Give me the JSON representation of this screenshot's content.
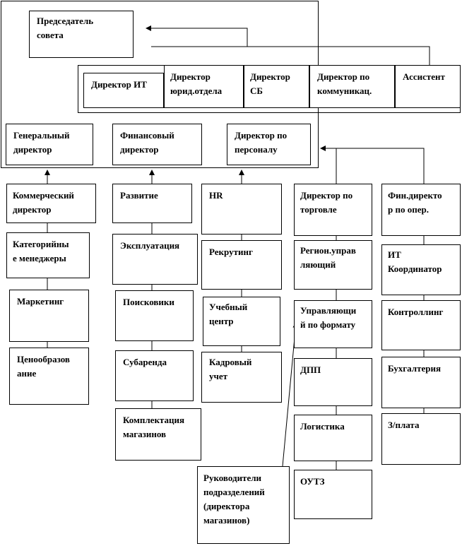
{
  "nodes": {
    "chairman": "Председатель\nсовета",
    "dir_it": "Директор ИТ",
    "dir_legal": "Директор\nюрид.отдела",
    "dir_sb": "Директор\nСБ",
    "dir_comm": "Директор по\nкоммуникац.",
    "assistant": "Ассистент",
    "gen_dir": "Генеральный\nдиректор",
    "fin_dir": "Финансовый\nдиректор",
    "hr_dir": "Директор по\nперсоналу",
    "commercial": "Коммерческий\nдиректор",
    "category": "Категорийны\nе менеджеры",
    "marketing": "Маркетинг",
    "pricing": "Ценообразов\nание",
    "development": "Развитие",
    "operation": "Эксплуатация",
    "searchers": "Поисковики",
    "sublease": "Субаренда",
    "stores_equip": "Комплектация\nмагазинов",
    "hr": "HR",
    "recruiting": "Рекрутинг",
    "training": "Учебный\nцентр",
    "personnel": "Кадровый\nучет",
    "trade_dir": "Директор по\nторговле",
    "region_mgr": "Регион.управ\nляющий",
    "format_mgr": "Управляющи\nй по формату",
    "dpp": "ДПП",
    "logistics": "Логистика",
    "otz": "ОУТЗ",
    "fin_ops": "Фин.директо\nр по опер.",
    "it_coord": "ИТ\nКоординатор",
    "controlling": "Контроллинг",
    "accounting": "Бухгалтерия",
    "payroll": "З/плата",
    "store_heads": "Руководители\nподразделений\n(директора\nмагазинов)"
  }
}
